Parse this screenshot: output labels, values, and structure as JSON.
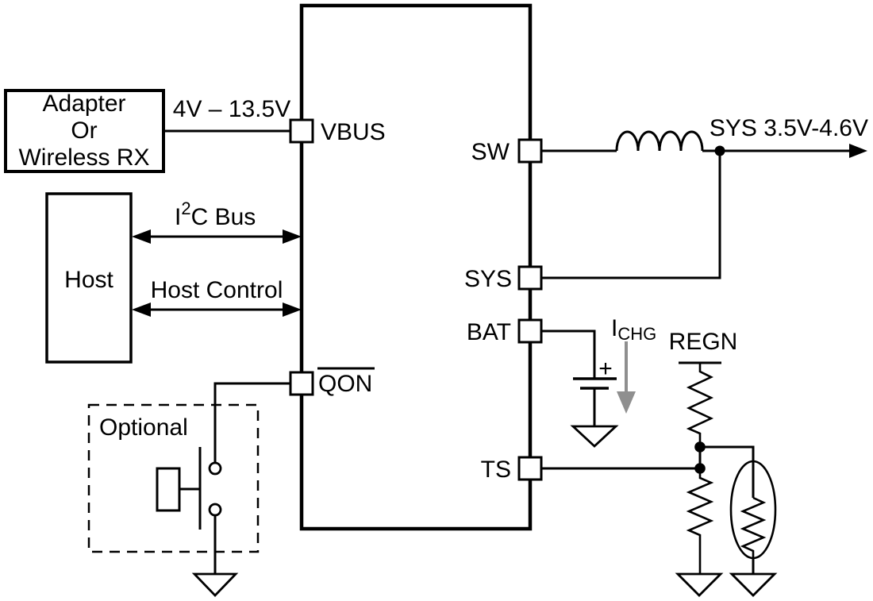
{
  "colors": {
    "wire": "#000000",
    "current_arrow": "#8f8f8f",
    "background": "#ffffff"
  },
  "adapter": {
    "line1": "Adapter",
    "line2": "Or",
    "line3": "Wireless RX"
  },
  "host": {
    "label": "Host"
  },
  "buses": {
    "i2c_base": "I",
    "i2c_sup": "2",
    "i2c_rest": "C Bus",
    "host_control": "Host Control"
  },
  "ic": {
    "pin_vbus": "VBUS",
    "pin_qon": "QON",
    "pin_sw": "SW",
    "pin_sys": "SYS",
    "pin_bat": "BAT",
    "pin_ts": "TS"
  },
  "annotations": {
    "vbus_range": "4V – 13.5V",
    "sys_output": "SYS 3.5V-4.6V",
    "ichg_base": "I",
    "ichg_sub": "CHG",
    "regn": "REGN",
    "battery_plus": "+",
    "optional": "Optional"
  }
}
